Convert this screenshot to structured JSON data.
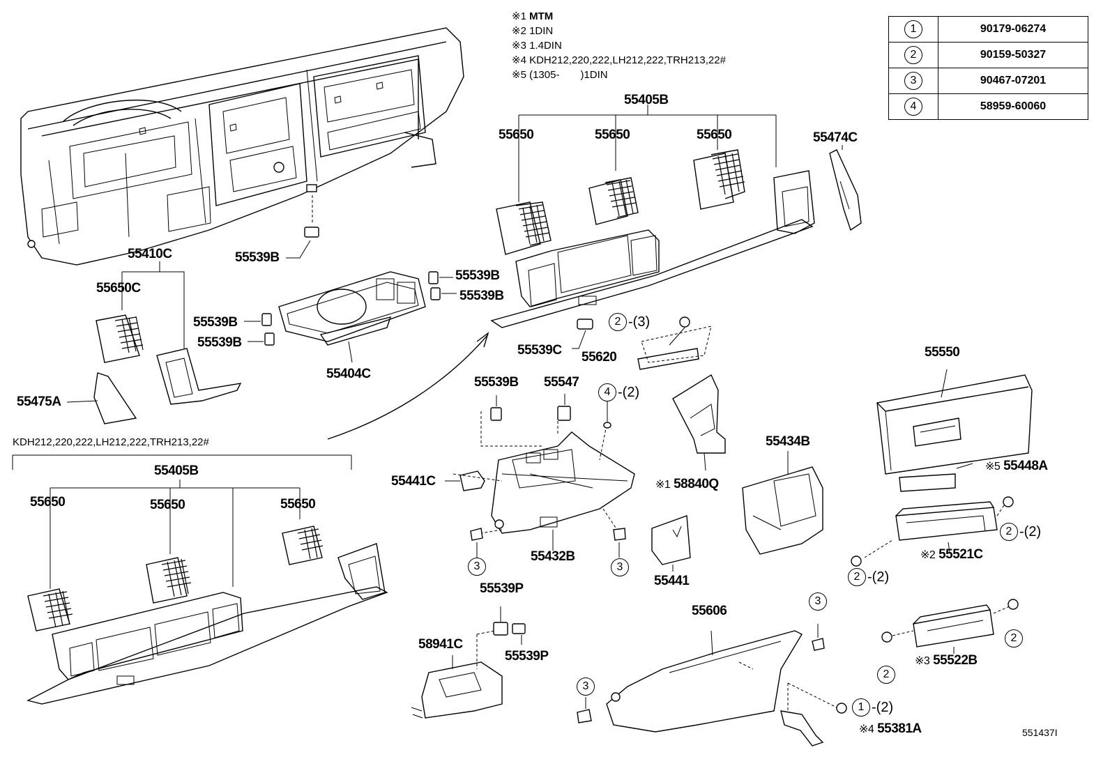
{
  "diagram_id": "551437I",
  "notes": [
    {
      "mark": "※1",
      "text": "MTM"
    },
    {
      "mark": "※2",
      "text": "1DIN"
    },
    {
      "mark": "※3",
      "text": "1.4DIN"
    },
    {
      "mark": "※4",
      "text": "KDH212,220,222,LH212,222,TRH213,22#"
    },
    {
      "mark": "※5",
      "text": "(1305-　　)1DIN"
    }
  ],
  "fasteners": [
    {
      "num": "1",
      "part": "90179-06274"
    },
    {
      "num": "2",
      "part": "90159-50327"
    },
    {
      "num": "3",
      "part": "90467-07201"
    },
    {
      "num": "4",
      "part": "58959-60060"
    }
  ],
  "variant_label": "KDH212,220,222,LH212,222,TRH213,22#",
  "parts": {
    "p55405B_top": "55405B",
    "p55650_a": "55650",
    "p55650_b": "55650",
    "p55650_c": "55650",
    "p55474C": "55474C",
    "p55539B_a": "55539B",
    "p55410C": "55410C",
    "p55650C": "55650C",
    "p55539B_b": "55539B",
    "p55539B_c": "55539B",
    "p55539B_d": "55539B",
    "p55539B_e": "55539B",
    "p55404C": "55404C",
    "p55475A": "55475A",
    "p55539C": "55539C",
    "p55620": "55620",
    "p55550": "55550",
    "p55539B_f": "55539B",
    "p55547": "55547",
    "p55441C": "55441C",
    "p58840Q": "58840Q",
    "p55434B": "55434B",
    "p55448A": "55448A",
    "p55405B_bot": "55405B",
    "p55650_d": "55650",
    "p55650_e": "55650",
    "p55650_f": "55650",
    "p55432B": "55432B",
    "p55441": "55441",
    "p55521C": "55521C",
    "p55539P_a": "55539P",
    "p58941C": "58941C",
    "p55539P_b": "55539P",
    "p55606": "55606",
    "p55522B": "55522B",
    "p55381A": "55381A"
  },
  "part_marks": {
    "m58840Q": "※1",
    "m55448A": "※5",
    "m55521C": "※2",
    "m55522B": "※3",
    "m55381A": "※4"
  },
  "callouts": {
    "c_2_3": {
      "num": "2",
      "suffix": "-(3)"
    },
    "c_4_2": {
      "num": "4",
      "suffix": "-(2)"
    },
    "c_3_a": {
      "num": "3",
      "suffix": ""
    },
    "c_3_b": {
      "num": "3",
      "suffix": ""
    },
    "c_2_2_a": {
      "num": "2",
      "suffix": "-(2)"
    },
    "c_2_2_b": {
      "num": "2",
      "suffix": "-(2)"
    },
    "c_3_c": {
      "num": "3",
      "suffix": ""
    },
    "c_3_d": {
      "num": "3",
      "suffix": ""
    },
    "c_1_2": {
      "num": "1",
      "suffix": "-(2)"
    },
    "c_2_c": {
      "num": "2",
      "suffix": ""
    },
    "c_2_d": {
      "num": "2",
      "suffix": ""
    }
  }
}
